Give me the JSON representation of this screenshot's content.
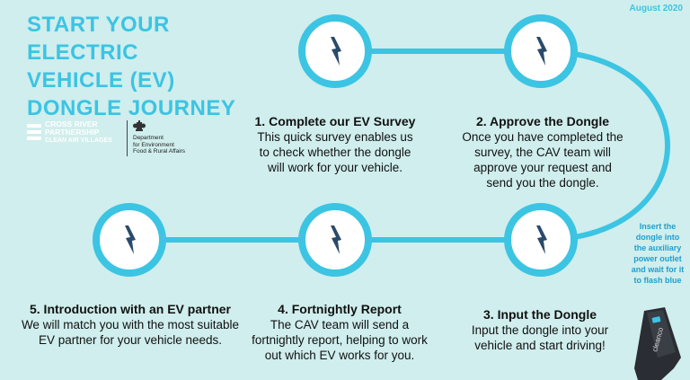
{
  "header": {
    "title_lines": [
      "START YOUR",
      "ELECTRIC",
      "VEHICLE (EV)",
      "DONGLE JOURNEY"
    ],
    "date": "August 2020"
  },
  "logos": {
    "crp": {
      "line1": "CROSS RIVER",
      "line2": "PARTNERSHIP",
      "line3": "CLEAN AIR VILLAGES"
    },
    "defra": {
      "line1": "Department",
      "line2": "for Environment",
      "line3": "Food & Rural Affairs"
    }
  },
  "steps": [
    {
      "title": "1. Complete our EV Survey",
      "body": [
        "This quick survey enables us",
        "to check whether the dongle",
        "will work for your vehicle."
      ]
    },
    {
      "title": "2. Approve the Dongle",
      "body": [
        "Once you have completed the",
        "survey, the CAV team will",
        "approve your request and",
        "send you the dongle."
      ]
    },
    {
      "title": "3. Input the Dongle",
      "body": [
        "Input the dongle into your",
        "vehicle and start driving!"
      ]
    },
    {
      "title": "4. Fortnightly Report",
      "body": [
        "The CAV team will send a",
        "fortnightly report, helping to work",
        "out which EV works for you."
      ]
    },
    {
      "title": "5. Introduction with an EV partner",
      "body": [
        "We will match you with the most suitable",
        "EV partner for your vehicle needs."
      ]
    }
  ],
  "hint": [
    "Insert the",
    "dongle into",
    "the auxiliary",
    "power outlet",
    "and wait for it",
    "to flash blue"
  ],
  "dongle_label": "cleanco",
  "icons": {
    "step_icon": "lightning-bolt-icon"
  },
  "colors": {
    "background": "#cfeeed",
    "accent": "#3cc4e3",
    "hint_text": "#1f9fd0"
  }
}
